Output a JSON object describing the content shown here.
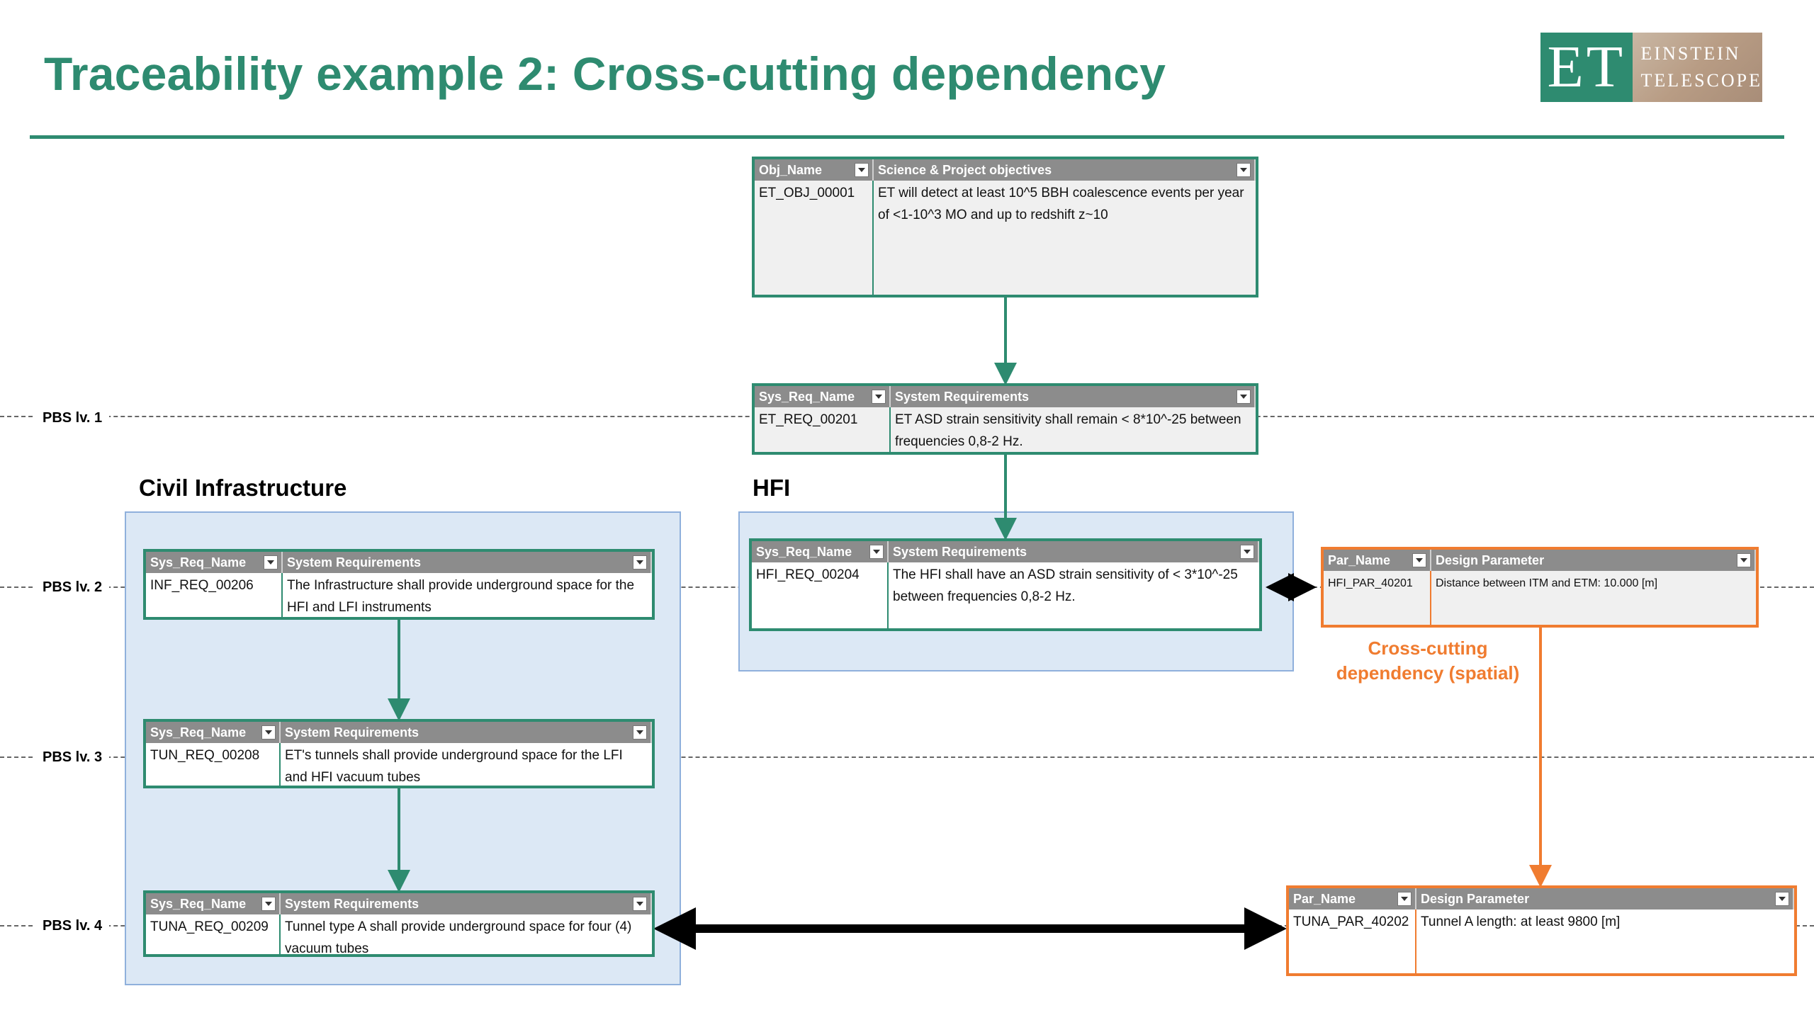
{
  "title": "Traceability example 2: Cross-cutting dependency",
  "logo": {
    "letters": "ET",
    "line1": "EINSTEIN",
    "line2": "TELESCOPE"
  },
  "pbs_levels": [
    "PBS lv. 1",
    "PBS lv. 2",
    "PBS lv. 3",
    "PBS lv. 4"
  ],
  "regions": {
    "civil": "Civil Infrastructure",
    "hfi": "HFI"
  },
  "cross_label": "Cross-cutting\ndependency (spatial)",
  "colors": {
    "accent": "#2e8b70",
    "cross": "#f07c30",
    "region": "#dce8f5"
  },
  "objective": {
    "h1": "Obj_Name",
    "h2": "Science & Project objectives",
    "id": "ET_OBJ_00001",
    "text": "ET will detect at least 10^5 BBH coalescence events per year of <1-10^3 MO and up to redshift z~10"
  },
  "et_req": {
    "h1": "Sys_Req_Name",
    "h2": "System Requirements",
    "id": "ET_REQ_00201",
    "text": "ET ASD strain sensitivity shall remain < 8*10^-25 between frequencies 0,8-2 Hz."
  },
  "hfi_req": {
    "h1": "Sys_Req_Name",
    "h2": "System Requirements",
    "id": "HFI_REQ_00204",
    "text": "The HFI shall have an ASD strain sensitivity of < 3*10^-25 between frequencies 0,8-2 Hz."
  },
  "hfi_par": {
    "h1": "Par_Name",
    "h2": "Design Parameter",
    "id": "HFI_PAR_40201",
    "text": "Distance between ITM and ETM: 10.000 [m]"
  },
  "inf_req": {
    "h1": "Sys_Req_Name",
    "h2": "System Requirements",
    "id": "INF_REQ_00206",
    "text": "The Infrastructure shall provide underground space for the HFI and LFI instruments"
  },
  "tun_req": {
    "h1": "Sys_Req_Name",
    "h2": "System Requirements",
    "id": "TUN_REQ_00208",
    "text": "ET's tunnels shall provide underground space for the LFI and HFI vacuum tubes"
  },
  "tuna_req": {
    "h1": "Sys_Req_Name",
    "h2": "System Requirements",
    "id": "TUNA_REQ_00209",
    "text": "Tunnel type A shall provide underground space for four (4) vacuum tubes"
  },
  "tuna_par": {
    "h1": "Par_Name",
    "h2": "Design Parameter",
    "id": "TUNA_PAR_40202",
    "text": "Tunnel A length: at least 9800 [m]"
  }
}
